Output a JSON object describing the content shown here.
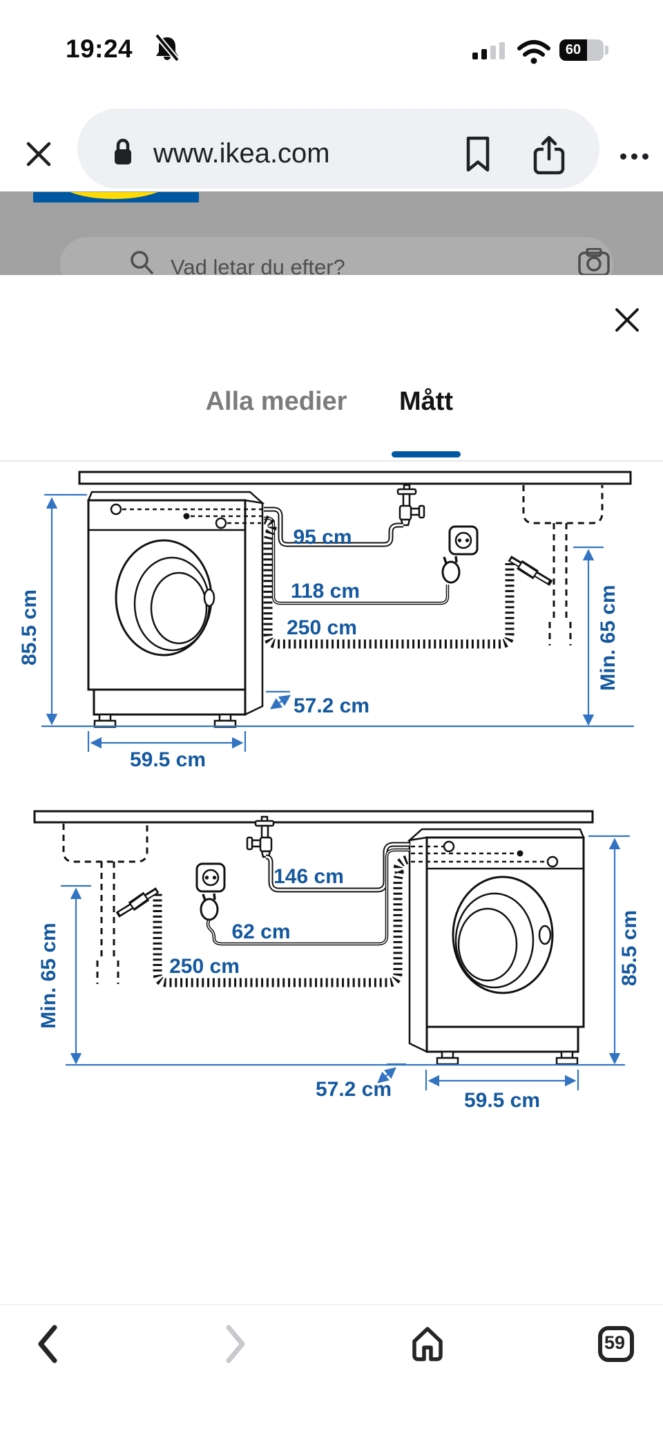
{
  "status_bar": {
    "time": "19:24",
    "battery_percent": "60"
  },
  "browser_bar": {
    "url": "www.ikea.com"
  },
  "dimmed_page": {
    "search_placeholder": "Vad letar du efter?"
  },
  "sheet": {
    "tabs": [
      {
        "label": "Alla medier"
      },
      {
        "label": "Mått"
      }
    ],
    "active_tab": "Mått"
  },
  "colors": {
    "ikea_blue": "#0058a3",
    "ikea_yellow": "#ffdb00",
    "dim_line_blue": "#3374c2",
    "dim_text_blue": "#14589e"
  },
  "diagrams": [
    {
      "name": "machine-left-of-sink",
      "labels": {
        "height": "85.5 cm",
        "supply_hose": "95 cm",
        "power_cord": "118 cm",
        "drain_hose": "250 cm",
        "min_clearance": "Min. 65 cm",
        "depth": "57.2 cm",
        "width": "59.5 cm"
      }
    },
    {
      "name": "machine-right-of-sink",
      "labels": {
        "supply_hose": "146 cm",
        "power_cord": "62 cm",
        "drain_hose": "250 cm",
        "min_clearance": "Min. 65 cm",
        "height": "85.5 cm",
        "depth": "57.2 cm",
        "width": "59.5 cm"
      }
    }
  ],
  "bottom_nav": {
    "tab_count": "59"
  }
}
